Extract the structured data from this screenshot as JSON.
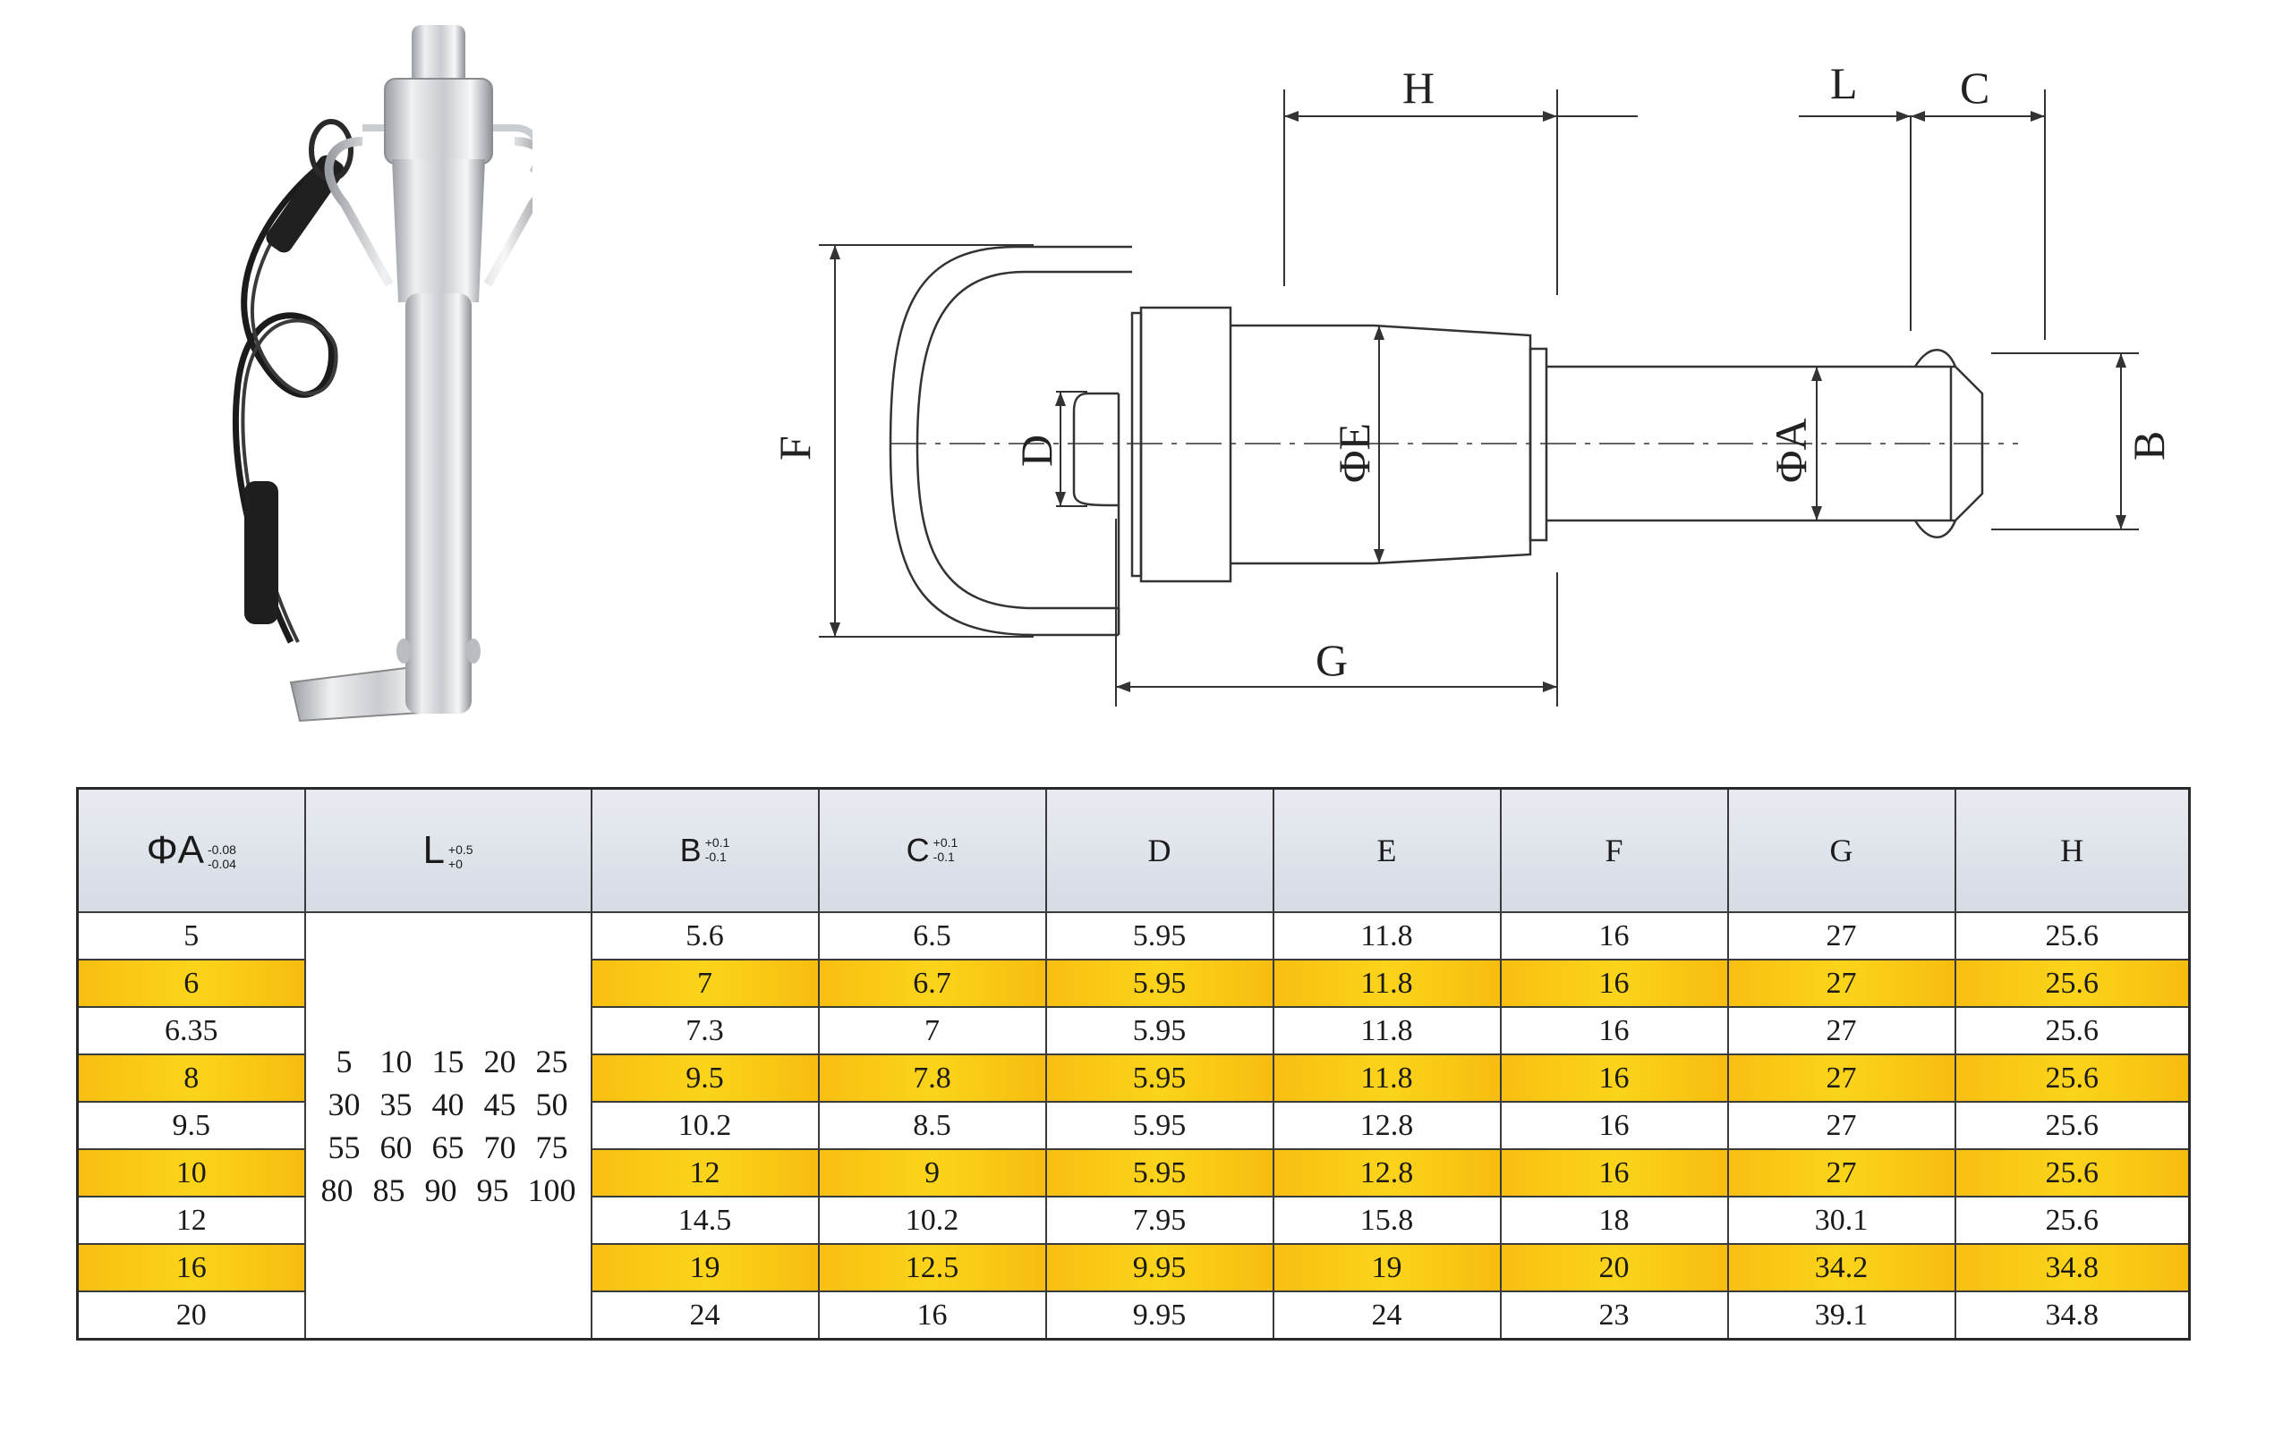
{
  "drawing": {
    "labels": {
      "H": "H",
      "L": "L",
      "C": "C",
      "F": "F",
      "D": "D",
      "E": "ΦE",
      "A": "ΦA",
      "B": "B",
      "G": "G"
    }
  },
  "table": {
    "headers": [
      {
        "key": "A",
        "symbol": "ΦA",
        "tol_upper": "-0.08",
        "tol_lower": "-0.04"
      },
      {
        "key": "L",
        "symbol": "L",
        "tol_upper": "+0.5",
        "tol_lower": "+0"
      },
      {
        "key": "B",
        "symbol": "B",
        "tol_upper": "+0.1",
        "tol_lower": "-0.1"
      },
      {
        "key": "C",
        "symbol": "C",
        "tol_upper": "+0.1",
        "tol_lower": "-0.1"
      },
      {
        "key": "D",
        "symbol": "D"
      },
      {
        "key": "E",
        "symbol": "E"
      },
      {
        "key": "F",
        "symbol": "F"
      },
      {
        "key": "G",
        "symbol": "G"
      },
      {
        "key": "H",
        "symbol": "H"
      }
    ],
    "lengths": [
      [
        "5",
        "10",
        "15",
        "20",
        "25"
      ],
      [
        "30",
        "35",
        "40",
        "45",
        "50"
      ],
      [
        "55",
        "60",
        "65",
        "70",
        "75"
      ],
      [
        "80",
        "85",
        "90",
        "95",
        "100"
      ]
    ],
    "rows": [
      {
        "A": "5",
        "B": "5.6",
        "C": "6.5",
        "D": "5.95",
        "E": "11.8",
        "F": "16",
        "G": "27",
        "H": "25.6"
      },
      {
        "A": "6",
        "B": "7",
        "C": "6.7",
        "D": "5.95",
        "E": "11.8",
        "F": "16",
        "G": "27",
        "H": "25.6"
      },
      {
        "A": "6.35",
        "B": "7.3",
        "C": "7",
        "D": "5.95",
        "E": "11.8",
        "F": "16",
        "G": "27",
        "H": "25.6"
      },
      {
        "A": "8",
        "B": "9.5",
        "C": "7.8",
        "D": "5.95",
        "E": "11.8",
        "F": "16",
        "G": "27",
        "H": "25.6"
      },
      {
        "A": "9.5",
        "B": "10.2",
        "C": "8.5",
        "D": "5.95",
        "E": "12.8",
        "F": "16",
        "G": "27",
        "H": "25.6"
      },
      {
        "A": "10",
        "B": "12",
        "C": "9",
        "D": "5.95",
        "E": "12.8",
        "F": "16",
        "G": "27",
        "H": "25.6"
      },
      {
        "A": "12",
        "B": "14.5",
        "C": "10.2",
        "D": "7.95",
        "E": "15.8",
        "F": "18",
        "G": "30.1",
        "H": "25.6"
      },
      {
        "A": "16",
        "B": "19",
        "C": "12.5",
        "D": "9.95",
        "E": "19",
        "F": "20",
        "G": "34.2",
        "H": "34.8"
      },
      {
        "A": "20",
        "B": "24",
        "C": "16",
        "D": "9.95",
        "E": "24",
        "F": "23",
        "G": "39.1",
        "H": "34.8"
      }
    ]
  },
  "colors": {
    "highlight": "#fbc815",
    "header_bg": "#dde1e8",
    "line": "#2a2a2a"
  }
}
